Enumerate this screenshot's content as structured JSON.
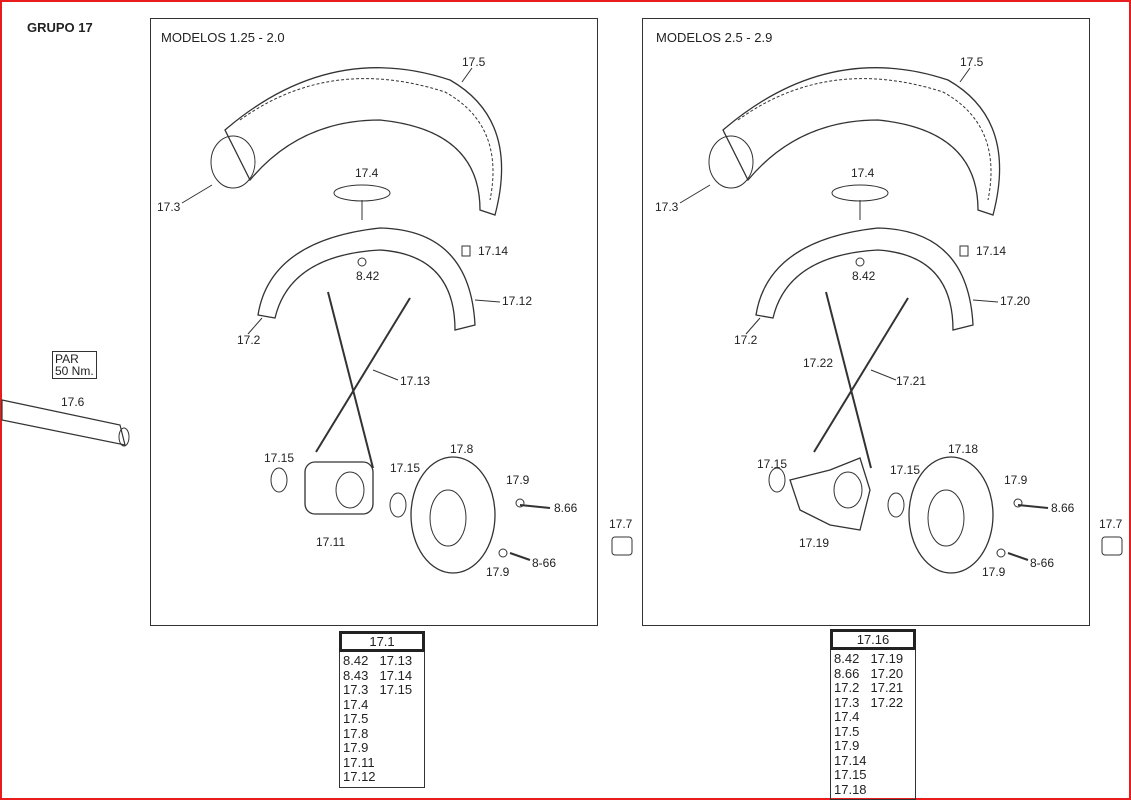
{
  "group_title": "GRUPO 17",
  "torque_box": {
    "line1": "PAR",
    "line2": "50 Nm.",
    "part": "17.6"
  },
  "loose_parts": {
    "left_bushing": "17.7",
    "right_bushing": "17.7"
  },
  "left_panel": {
    "title": "MODELOS 1.25 - 2.0",
    "labels": [
      "17.5",
      "17.3",
      "17.4",
      "17.14",
      "8.42",
      "17.12",
      "17.2",
      "17.13",
      "17.8",
      "17.15",
      "17.15",
      "17.9",
      "8.66",
      "17.11",
      "8-66",
      "17.9"
    ],
    "kit": {
      "code": "17.1",
      "col1": [
        "8.42",
        "8.43",
        "17.3",
        "17.4",
        "17.5",
        "17.8",
        "17.9",
        "17.11",
        "17.12"
      ],
      "col2": [
        "17.13",
        "17.14",
        "17.15"
      ]
    }
  },
  "right_panel": {
    "title": "MODELOS 2.5 - 2.9",
    "labels": [
      "17.5",
      "17.3",
      "17.4",
      "17.14",
      "8.42",
      "17.20",
      "17.2",
      "17.22",
      "17.21",
      "17.18",
      "17.15",
      "17.15",
      "17.9",
      "8.66",
      "17.19",
      "8-66",
      "17.9"
    ],
    "kit": {
      "code": "17.16",
      "col1": [
        "8.42",
        "8.66",
        "17.2",
        "17.3",
        "17.4",
        "17.5",
        "17.9",
        "17.14",
        "17.15",
        "17.18"
      ],
      "col2": [
        "17.19",
        "17.20",
        "17.21",
        "17.22"
      ]
    }
  }
}
